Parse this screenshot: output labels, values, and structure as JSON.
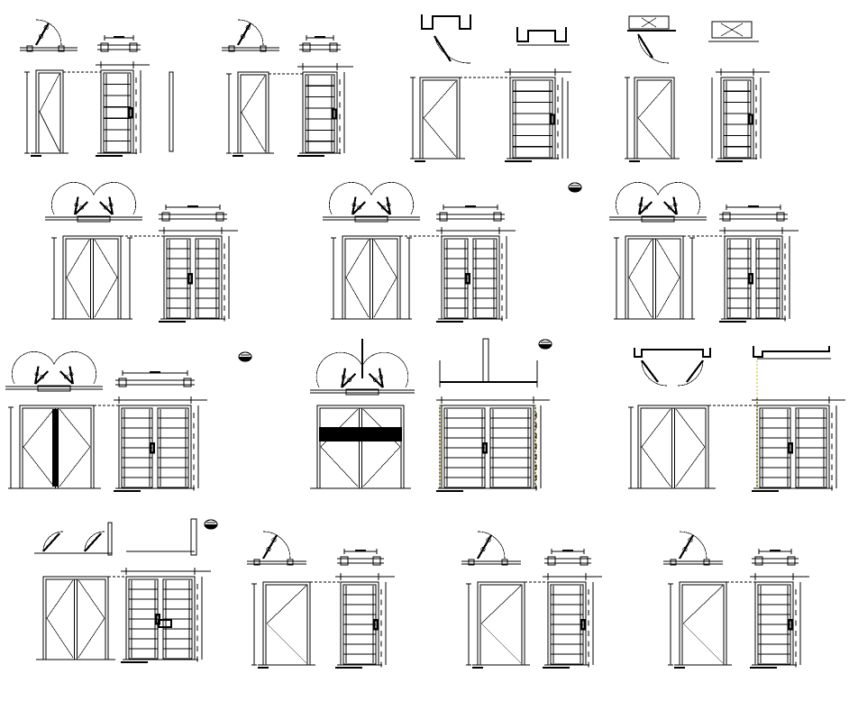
{
  "drawing": {
    "kind": "door-details-cad-sheet",
    "background": "#ffffff",
    "ink": "#000000",
    "accent_dash": "#c8b400"
  },
  "symbols": [
    "door-swing-plan-icon",
    "elevation-outline",
    "frame-section",
    "section-marker-icon"
  ]
}
